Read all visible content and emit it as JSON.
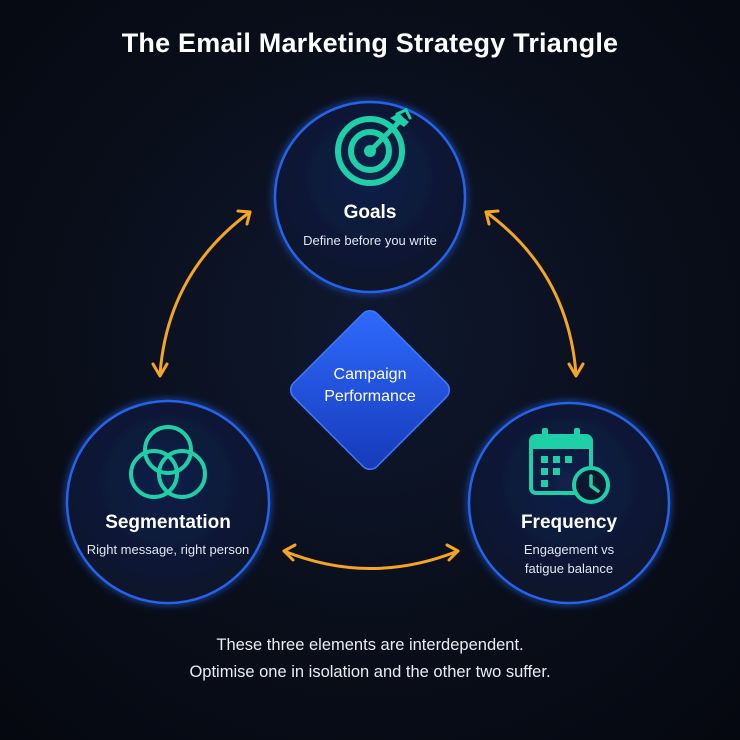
{
  "title": "The Email Marketing Strategy Triangle",
  "center": {
    "label_line1": "Campaign",
    "label_line2": "Performance"
  },
  "nodes": {
    "goals": {
      "icon": "target-icon",
      "title": "Goals",
      "subtitle": "Define before you write"
    },
    "segmentation": {
      "icon": "venn-circles-icon",
      "title": "Segmentation",
      "subtitle": "Right message, right person"
    },
    "frequency": {
      "icon": "calendar-clock-icon",
      "title": "Frequency",
      "subtitle_line1": "Engagement vs",
      "subtitle_line2": "fatigue balance"
    }
  },
  "footer": {
    "line1": "These three elements are interdependent.",
    "line2": "Optimise one in isolation and the other two suffer."
  },
  "colors": {
    "background": "#070b14",
    "node_fill": "#0c1730",
    "node_border": "#2563eb",
    "icon_teal": "#1fcfa8",
    "arrow_orange": "#f5a524",
    "center_diamond": "#1d4ed8"
  }
}
